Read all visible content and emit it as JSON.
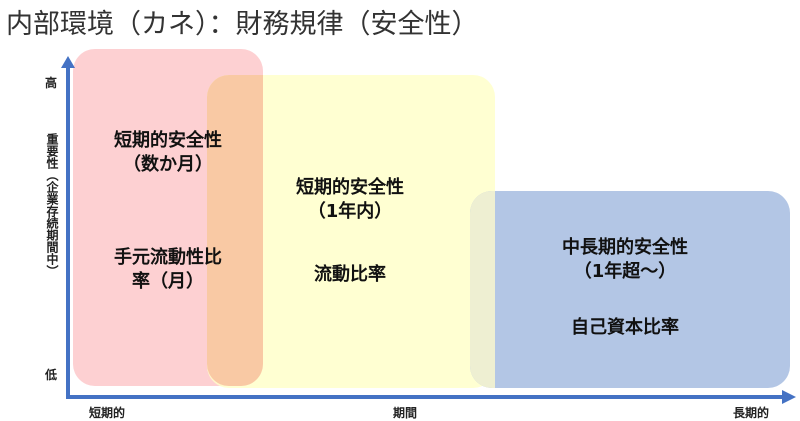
{
  "title": "内部環境（カネ）：財務規律（安全性）",
  "axes": {
    "y_high": "高",
    "y_low": "低",
    "y_label": "重要性（企業存続期間中）",
    "x_left": "短期的",
    "x_center": "期間",
    "x_right": "長期的",
    "color": "#4472c4"
  },
  "boxes": {
    "pink": {
      "line1": "短期的安全性",
      "line2": "（数か月）",
      "metric1": "手元流動性比",
      "metric2": "率（月）",
      "color": "#fdd0d2"
    },
    "yellow": {
      "line1": "短期的安全性",
      "line2": "（1年内）",
      "metric": "流動比率",
      "color": "#ffffc8"
    },
    "blue": {
      "line1": "中長期的安全性",
      "line2": "（1年超～）",
      "metric": "自己資本比率",
      "color": "#a8bee1"
    }
  }
}
